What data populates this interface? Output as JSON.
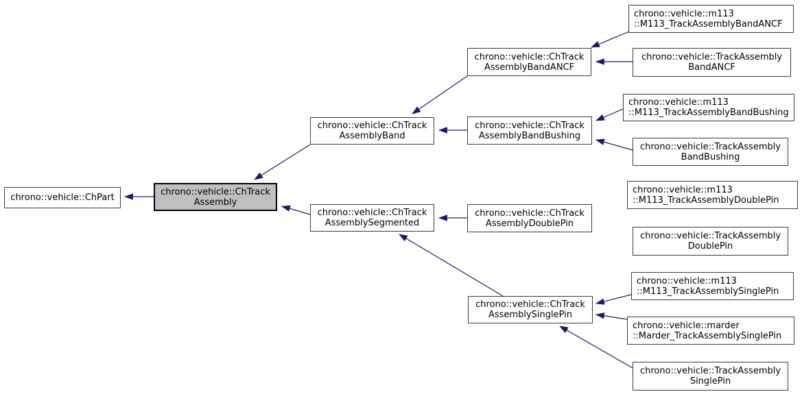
{
  "diagram": {
    "type": "inheritance-graph",
    "colors": {
      "edge": "#191970",
      "node_border": "#3a3a3a",
      "node_fill": "#ffffff",
      "highlight_fill": "#bfbfbf",
      "text": "#000000"
    }
  },
  "nodes": {
    "ch_part": {
      "line1": "chrono::vehicle::ChPart",
      "line2": ""
    },
    "ch_track_assembly": {
      "line1": "chrono::vehicle::ChTrack",
      "line2": "Assembly",
      "highlighted": true
    },
    "band": {
      "line1": "chrono::vehicle::ChTrack",
      "line2": "AssemblyBand"
    },
    "segmented": {
      "line1": "chrono::vehicle::ChTrack",
      "line2": "AssemblySegmented"
    },
    "band_ancf": {
      "line1": "chrono::vehicle::ChTrack",
      "line2": "AssemblyBandANCF"
    },
    "band_bushing": {
      "line1": "chrono::vehicle::ChTrack",
      "line2": "AssemblyBandBushing"
    },
    "double_pin": {
      "line1": "chrono::vehicle::ChTrack",
      "line2": "AssemblyDoublePin"
    },
    "single_pin": {
      "line1": "chrono::vehicle::ChTrack",
      "line2": "AssemblySinglePin"
    },
    "m113_band_ancf": {
      "line1": "chrono::vehicle::m113",
      "line2": "::M113_TrackAssemblyBandANCF"
    },
    "track_band_ancf": {
      "line1": "chrono::vehicle::TrackAssembly",
      "line2": "BandANCF"
    },
    "m113_band_bushing": {
      "line1": "chrono::vehicle::m113",
      "line2": "::M113_TrackAssemblyBandBushing"
    },
    "track_band_bushing": {
      "line1": "chrono::vehicle::TrackAssembly",
      "line2": "BandBushing"
    },
    "m113_double_pin": {
      "line1": "chrono::vehicle::m113",
      "line2": "::M113_TrackAssemblyDoublePin"
    },
    "track_double_pin": {
      "line1": "chrono::vehicle::TrackAssembly",
      "line2": "DoublePin"
    },
    "m113_single_pin": {
      "line1": "chrono::vehicle::m113",
      "line2": "::M113_TrackAssemblySinglePin"
    },
    "marder_single_pin": {
      "line1": "chrono::vehicle::marder",
      "line2": "::Marder_TrackAssemblySinglePin"
    },
    "track_single_pin": {
      "line1": "chrono::vehicle::TrackAssembly",
      "line2": "SinglePin"
    }
  },
  "edges": [
    {
      "derived": "ch_track_assembly",
      "base": "ch_part"
    },
    {
      "derived": "band",
      "base": "ch_track_assembly"
    },
    {
      "derived": "segmented",
      "base": "ch_track_assembly"
    },
    {
      "derived": "band_ancf",
      "base": "band"
    },
    {
      "derived": "band_bushing",
      "base": "band"
    },
    {
      "derived": "double_pin",
      "base": "segmented"
    },
    {
      "derived": "single_pin",
      "base": "segmented"
    },
    {
      "derived": "m113_band_ancf",
      "base": "band_ancf"
    },
    {
      "derived": "track_band_ancf",
      "base": "band_ancf"
    },
    {
      "derived": "m113_band_bushing",
      "base": "band_bushing"
    },
    {
      "derived": "track_band_bushing",
      "base": "band_bushing"
    },
    {
      "derived": "m113_double_pin",
      "base": "double_pin"
    },
    {
      "derived": "track_double_pin",
      "base": "double_pin"
    },
    {
      "derived": "m113_single_pin",
      "base": "single_pin"
    },
    {
      "derived": "marder_single_pin",
      "base": "single_pin"
    },
    {
      "derived": "track_single_pin",
      "base": "single_pin"
    }
  ]
}
